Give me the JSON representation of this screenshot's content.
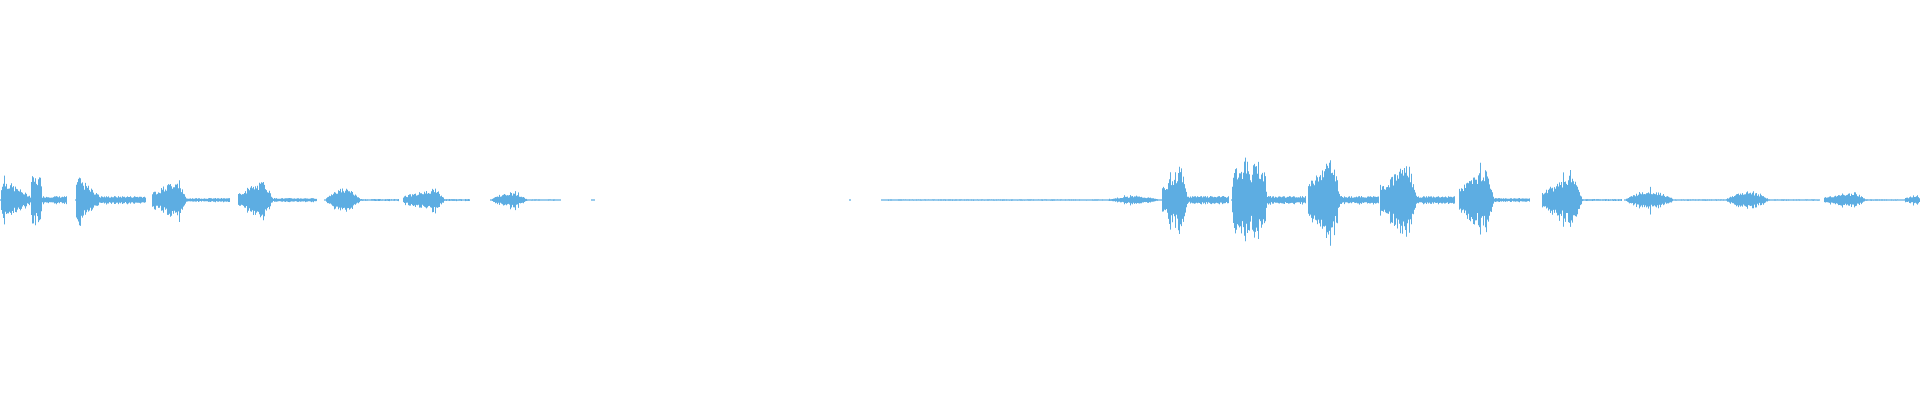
{
  "colors": {
    "background": "#ffffff",
    "waveform": "#5dade2"
  },
  "waveform": {
    "bursts": [
      {
        "start": 0.0,
        "end": 0.016,
        "amp": 0.12,
        "shape": "decay"
      },
      {
        "start": 0.016,
        "end": 0.022,
        "amp": 0.12,
        "shape": "flat"
      },
      {
        "start": 0.022,
        "end": 0.035,
        "amp": 0.02,
        "shape": "flat"
      },
      {
        "start": 0.039,
        "end": 0.052,
        "amp": 0.13,
        "shape": "decay"
      },
      {
        "start": 0.052,
        "end": 0.076,
        "amp": 0.02,
        "shape": "flat"
      },
      {
        "start": 0.079,
        "end": 0.097,
        "amp": 0.11,
        "shape": "rise"
      },
      {
        "start": 0.097,
        "end": 0.12,
        "amp": 0.01,
        "shape": "flat"
      },
      {
        "start": 0.124,
        "end": 0.142,
        "amp": 0.1,
        "shape": "rise"
      },
      {
        "start": 0.142,
        "end": 0.165,
        "amp": 0.01,
        "shape": "flat"
      },
      {
        "start": 0.169,
        "end": 0.188,
        "amp": 0.06,
        "shape": "bell"
      },
      {
        "start": 0.188,
        "end": 0.208,
        "amp": 0.005,
        "shape": "flat"
      },
      {
        "start": 0.21,
        "end": 0.232,
        "amp": 0.06,
        "shape": "rise"
      },
      {
        "start": 0.232,
        "end": 0.245,
        "amp": 0.005,
        "shape": "flat"
      },
      {
        "start": 0.255,
        "end": 0.275,
        "amp": 0.04,
        "shape": "bell"
      },
      {
        "start": 0.275,
        "end": 0.292,
        "amp": 0.004,
        "shape": "flat"
      },
      {
        "start": 0.308,
        "end": 0.31,
        "amp": 0.003,
        "shape": "flat"
      },
      {
        "start": 0.442,
        "end": 0.443,
        "amp": 0.003,
        "shape": "flat"
      },
      {
        "start": 0.459,
        "end": 0.575,
        "amp": 0.004,
        "shape": "flat"
      },
      {
        "start": 0.575,
        "end": 0.605,
        "amp": 0.02,
        "shape": "bell"
      },
      {
        "start": 0.605,
        "end": 0.618,
        "amp": 0.18,
        "shape": "rise"
      },
      {
        "start": 0.618,
        "end": 0.64,
        "amp": 0.02,
        "shape": "flat"
      },
      {
        "start": 0.641,
        "end": 0.66,
        "amp": 0.22,
        "shape": "plateau"
      },
      {
        "start": 0.66,
        "end": 0.68,
        "amp": 0.02,
        "shape": "flat"
      },
      {
        "start": 0.681,
        "end": 0.698,
        "amp": 0.23,
        "shape": "rise"
      },
      {
        "start": 0.698,
        "end": 0.718,
        "amp": 0.02,
        "shape": "flat"
      },
      {
        "start": 0.719,
        "end": 0.738,
        "amp": 0.2,
        "shape": "rise"
      },
      {
        "start": 0.738,
        "end": 0.758,
        "amp": 0.02,
        "shape": "flat"
      },
      {
        "start": 0.76,
        "end": 0.778,
        "amp": 0.17,
        "shape": "rise"
      },
      {
        "start": 0.778,
        "end": 0.797,
        "amp": 0.01,
        "shape": "flat"
      },
      {
        "start": 0.803,
        "end": 0.824,
        "amp": 0.13,
        "shape": "rise"
      },
      {
        "start": 0.824,
        "end": 0.845,
        "amp": 0.005,
        "shape": "flat"
      },
      {
        "start": 0.846,
        "end": 0.872,
        "amp": 0.05,
        "shape": "bell"
      },
      {
        "start": 0.872,
        "end": 0.898,
        "amp": 0.004,
        "shape": "flat"
      },
      {
        "start": 0.898,
        "end": 0.922,
        "amp": 0.045,
        "shape": "bell"
      },
      {
        "start": 0.922,
        "end": 0.948,
        "amp": 0.004,
        "shape": "flat"
      },
      {
        "start": 0.95,
        "end": 0.972,
        "amp": 0.04,
        "shape": "rise"
      },
      {
        "start": 0.972,
        "end": 0.992,
        "amp": 0.004,
        "shape": "flat"
      },
      {
        "start": 0.992,
        "end": 1.0,
        "amp": 0.03,
        "shape": "rise"
      }
    ]
  }
}
